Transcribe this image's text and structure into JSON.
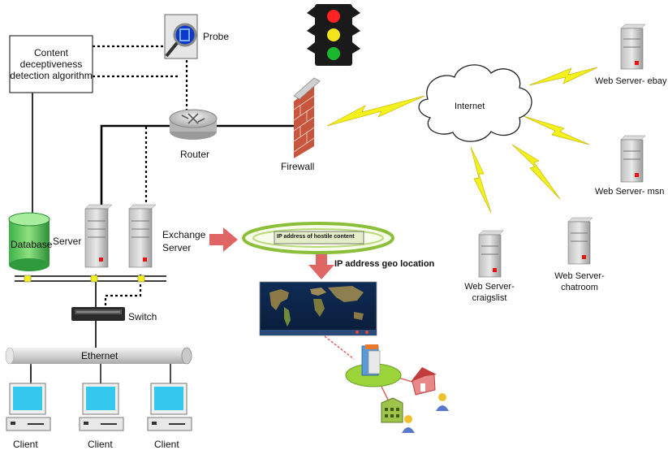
{
  "labels": {
    "algorithm": "Content deceptiveness detection algorithm",
    "probe": "Probe",
    "router": "Router",
    "firewall": "Firewall",
    "internet": "Internet",
    "web_ebay": "Web Server- ebay",
    "web_msn": "Web Server- msn",
    "web_craigslist": "Web Server-\ncraigslist",
    "web_chatroom": "Web Server-\nchatroom",
    "database": "Database",
    "server": "Server",
    "exchange_server": "Exchange\nServer",
    "ip_hostile": "IP address of hostile content",
    "ip_geo": "IP address geo location",
    "switch": "Switch",
    "ethernet": "Ethernet",
    "client": "Client"
  },
  "colors": {
    "line": "#000000",
    "lightning": "#f4f21e",
    "firewall_brick": "#c8553d",
    "arrow": "#e06666",
    "monitor": "#35c8ee",
    "ethernet": "#e2e2e2",
    "traffic_red": "#ff2222",
    "traffic_yellow": "#f4e51a",
    "traffic_green": "#1bb82d",
    "ellipse_green": "#8bbf3a"
  }
}
